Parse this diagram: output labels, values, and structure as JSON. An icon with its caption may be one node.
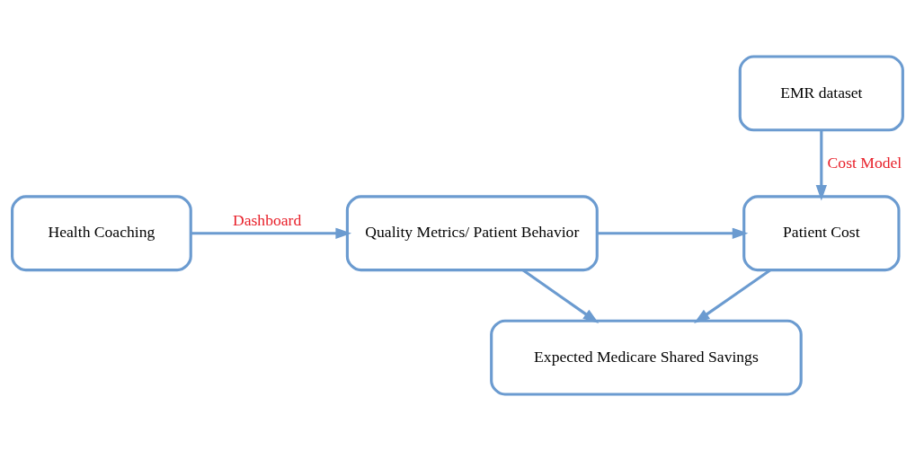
{
  "diagram": {
    "nodes": [
      {
        "text": [
          "EMR dataset"
        ]
      },
      {
        "text": [
          "Health Coaching"
        ]
      },
      {
        "text": [
          "Quality Metrics/ Patient Behavior"
        ]
      },
      {
        "text": [
          "Patient Cost"
        ]
      },
      {
        "text": [
          "Expected Medicare Shared Savings"
        ]
      }
    ],
    "edges": [
      {
        "from": 1,
        "to": 2,
        "arrow": "to",
        "label": "Dashboard"
      },
      {
        "from": 2,
        "to": 3,
        "arrow": "to"
      },
      {
        "from": 0,
        "to": 3,
        "arrow": "to",
        "label": "Cost Model"
      },
      {
        "from": 2,
        "to": 4,
        "arrow": "to"
      },
      {
        "from": 3,
        "to": 4,
        "arrow": "to"
      }
    ]
  }
}
